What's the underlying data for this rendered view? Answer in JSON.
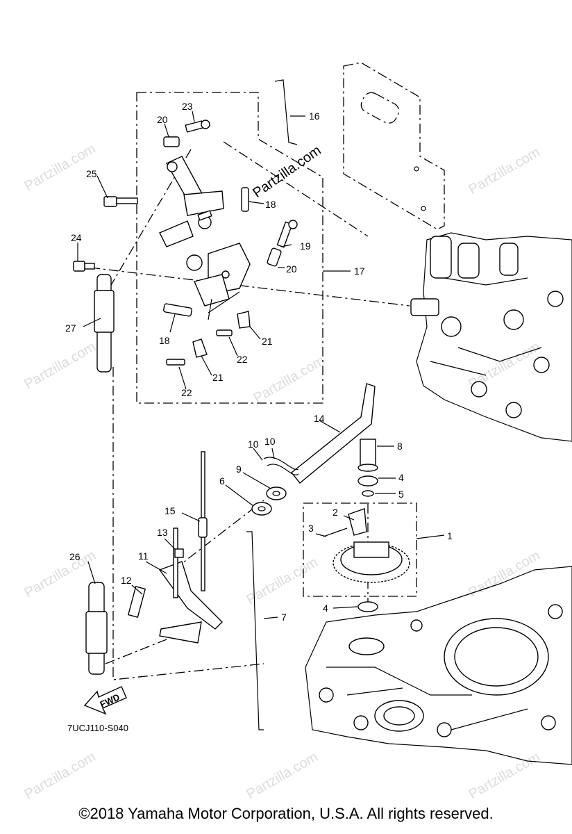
{
  "diagram": {
    "callouts": [
      "1",
      "2",
      "3",
      "4",
      "4",
      "5",
      "6",
      "7",
      "8",
      "9",
      "10",
      "10",
      "11",
      "12",
      "13",
      "14",
      "15",
      "16",
      "17",
      "18",
      "18",
      "19",
      "20",
      "20",
      "21",
      "21",
      "22",
      "22",
      "23",
      "24",
      "25",
      "26",
      "27"
    ],
    "direction_arrow": "FWD",
    "diagram_code": "7UCJ110-S040",
    "brand_watermark": "Partzilla.com",
    "copyright": "©2018  Yamaha Motor Corporation, U.S.A. All rights reserved."
  }
}
